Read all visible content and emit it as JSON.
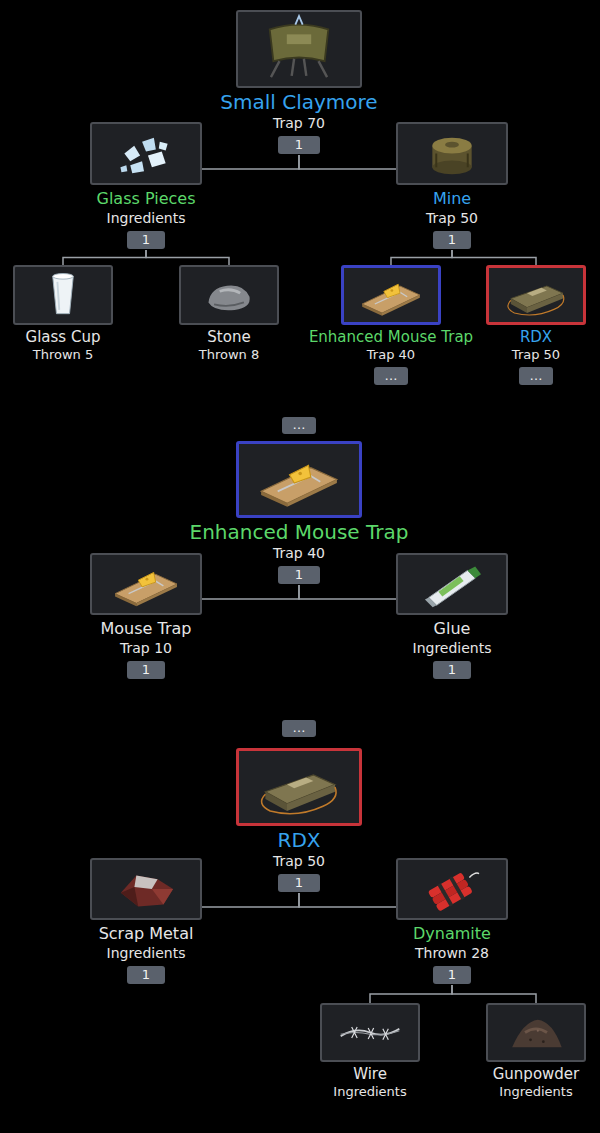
{
  "diagram": {
    "nodes": [
      {
        "text": [
          "Small Claymore",
          "Trap 70",
          "1"
        ]
      },
      {
        "text": [
          "Glass Pieces",
          "Ingredients",
          "1"
        ]
      },
      {
        "text": [
          "Mine",
          "Trap 50",
          "1"
        ]
      },
      {
        "text": [
          "Glass Cup",
          "Thrown 5"
        ]
      },
      {
        "text": [
          "Stone",
          "Thrown 8"
        ]
      },
      {
        "text": [
          "Enhanced Mouse Trap",
          "Trap 40",
          "…"
        ]
      },
      {
        "text": [
          "RDX",
          "Trap 50",
          "…"
        ]
      },
      {
        "text": [
          "Enhanced Mouse Trap",
          "Trap 40",
          "1"
        ]
      },
      {
        "text": [
          "Mouse Trap",
          "Trap 10",
          "1"
        ]
      },
      {
        "text": [
          "Glue",
          "Ingredients",
          "1"
        ]
      },
      {
        "text": [
          "RDX",
          "Trap 50",
          "1"
        ]
      },
      {
        "text": [
          "Scrap Metal",
          "Ingredients",
          "1"
        ]
      },
      {
        "text": [
          "Dynamite",
          "Thrown 28",
          "1"
        ]
      },
      {
        "text": [
          "Wire",
          "Ingredients"
        ]
      },
      {
        "text": [
          "Gunpowder",
          "Ingredients"
        ]
      }
    ],
    "edges": [
      {
        "from": 0,
        "to": 1,
        "arrow": "none"
      },
      {
        "from": 0,
        "to": 2,
        "arrow": "none"
      },
      {
        "from": 1,
        "to": 3,
        "arrow": "none"
      },
      {
        "from": 1,
        "to": 4,
        "arrow": "none"
      },
      {
        "from": 2,
        "to": 5,
        "arrow": "none"
      },
      {
        "from": 2,
        "to": 6,
        "arrow": "none"
      },
      {
        "from": 7,
        "to": 8,
        "arrow": "none"
      },
      {
        "from": 7,
        "to": 9,
        "arrow": "none"
      },
      {
        "from": 10,
        "to": 11,
        "arrow": "none"
      },
      {
        "from": 10,
        "to": 12,
        "arrow": "none"
      },
      {
        "from": 12,
        "to": 13,
        "arrow": "none"
      },
      {
        "from": 12,
        "to": 14,
        "arrow": "none"
      }
    ],
    "labels": [
      "…",
      "…"
    ]
  }
}
